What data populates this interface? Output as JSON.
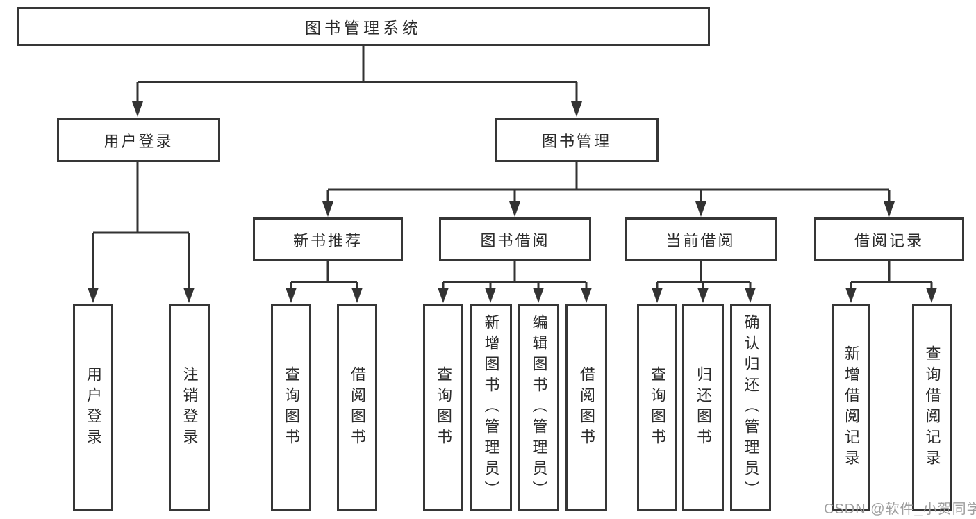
{
  "diagram": {
    "root": "图书管理系统",
    "branches": [
      {
        "label": "用户登录",
        "children": [
          "用户登录",
          "注销登录"
        ]
      },
      {
        "label": "图书管理",
        "children": [
          {
            "label": "新书推荐",
            "children": [
              "查询图书",
              "借阅图书"
            ]
          },
          {
            "label": "图书借阅",
            "children": [
              "查询图书",
              "新增图书（管理员）",
              "编辑图书（管理员）",
              "借阅图书"
            ]
          },
          {
            "label": "当前借阅",
            "children": [
              "查询图书",
              "归还图书",
              "确认归还（管理员）"
            ]
          },
          {
            "label": "借阅记录",
            "children": [
              "新增借阅记录",
              "查询借阅记录"
            ]
          }
        ]
      }
    ]
  },
  "watermark": {
    "text": "CSDN @软件_小贺同学"
  },
  "colors": {
    "line": "#333333",
    "box_border": "#363636",
    "text": "#2b2b2b",
    "watermark": "#9e9e9e",
    "background": "#ffffff"
  }
}
